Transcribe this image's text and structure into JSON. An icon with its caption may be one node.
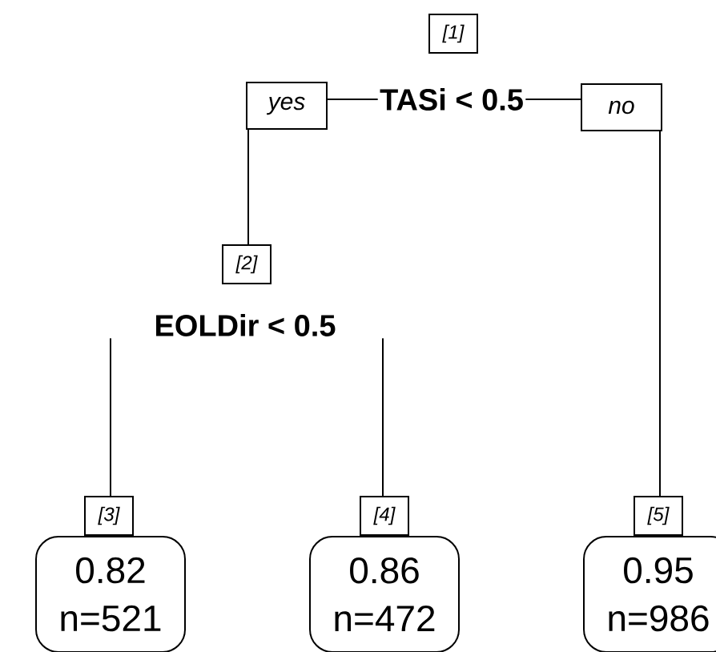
{
  "diagram": {
    "nodes": [
      {
        "text": [
          "TASi < 0.5"
        ],
        "beside": [
          "[1]"
        ]
      },
      {
        "text": [
          "EOLDir < 0.5"
        ],
        "beside": [
          "[2]"
        ]
      },
      {
        "text": [
          "0.82",
          "n=521"
        ],
        "beside": [
          "[3]"
        ]
      },
      {
        "text": [
          "0.86",
          "n=472"
        ],
        "beside": [
          "[4]"
        ]
      },
      {
        "text": [
          "0.95",
          "n=986"
        ],
        "beside": [
          "[5]"
        ]
      }
    ],
    "edges": [
      {
        "from": 0,
        "to": 1,
        "arrow": "none",
        "label": "yes"
      },
      {
        "from": 0,
        "to": 4,
        "arrow": "none",
        "label": "no"
      },
      {
        "from": 1,
        "to": 2,
        "arrow": "none"
      },
      {
        "from": 1,
        "to": 3,
        "arrow": "none"
      }
    ]
  }
}
